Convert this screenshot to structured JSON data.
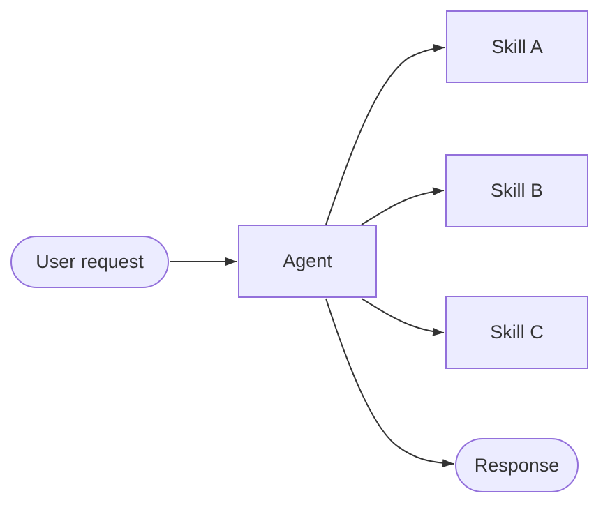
{
  "diagram": {
    "type": "flowchart",
    "direction": "left-to-right",
    "nodes": [
      {
        "id": "user-request",
        "label": "User request",
        "shape": "stadium"
      },
      {
        "id": "agent",
        "label": "Agent",
        "shape": "rectangle"
      },
      {
        "id": "skill-a",
        "label": "Skill A",
        "shape": "rectangle"
      },
      {
        "id": "skill-b",
        "label": "Skill B",
        "shape": "rectangle"
      },
      {
        "id": "skill-c",
        "label": "Skill C",
        "shape": "rectangle"
      },
      {
        "id": "response",
        "label": "Response",
        "shape": "stadium"
      }
    ],
    "edges": [
      {
        "from": "User request",
        "to": "Agent",
        "style": "arrow"
      },
      {
        "from": "Agent",
        "to": "Skill A",
        "style": "arrow"
      },
      {
        "from": "Agent",
        "to": "Skill B",
        "style": "arrow"
      },
      {
        "from": "Agent",
        "to": "Skill C",
        "style": "arrow"
      },
      {
        "from": "Agent",
        "to": "Response",
        "style": "arrow"
      }
    ],
    "colors": {
      "node_fill": "#ECECFF",
      "node_border": "#9370DB",
      "edge": "#333333",
      "text": "#333333",
      "background": "#FFFFFF"
    }
  }
}
